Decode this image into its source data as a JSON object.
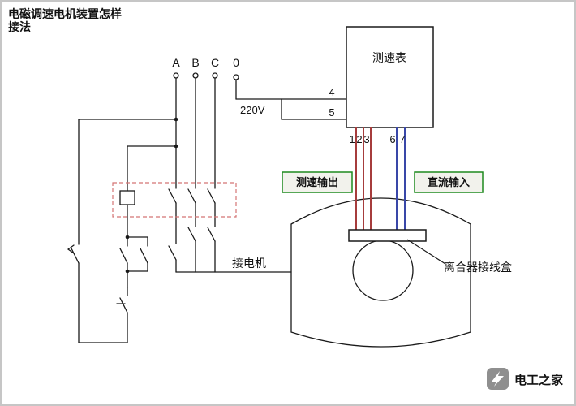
{
  "title": {
    "line1": "电磁调速电机装置怎样",
    "line2": "接法"
  },
  "phase_terminals": {
    "a": "A",
    "b": "B",
    "c": "C",
    "zero": "0"
  },
  "power_supply": {
    "voltage": "220V"
  },
  "tachometer": {
    "name": "测速表",
    "terminal_4": "4",
    "terminal_5": "5",
    "terminal_1": "1",
    "terminal_2": "2",
    "terminal_3": "3",
    "terminal_6": "6",
    "terminal_7": "7"
  },
  "annotations": {
    "speed_output": "测速输出",
    "dc_input": "直流输入",
    "motor_connect": "接电机",
    "clutch_junction_box": "离合器接线盒"
  },
  "watermark": {
    "brand": "电工之家"
  },
  "colors": {
    "wire": "#1a1a1a",
    "speed_wire_red": "#a63c3c",
    "dc_wire_blue": "#3947a8",
    "label_green": "#1e8a1e",
    "contactor_dashed_red": "#d47474",
    "watermark_gray": "#9b9b9b",
    "label_box_bg": "#f2f2ec"
  }
}
